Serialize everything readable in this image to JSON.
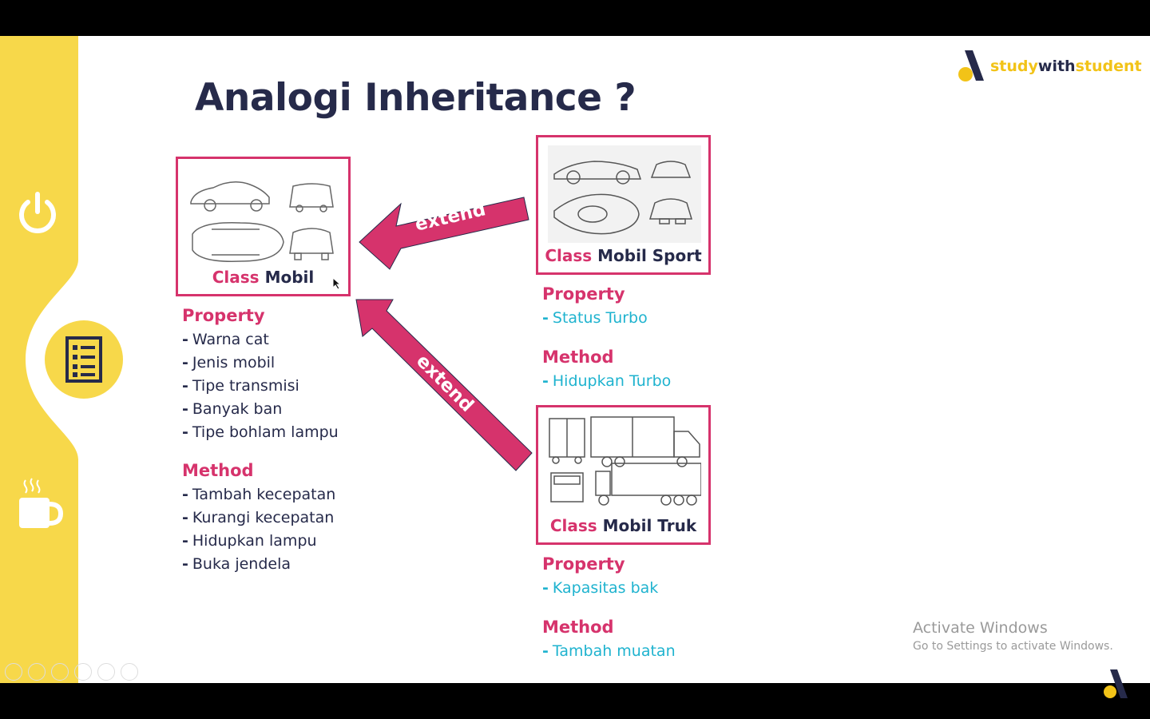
{
  "slide": {
    "title": "Analogi Inheritance ?",
    "logo": {
      "part1": "study",
      "part2": "with",
      "part3": "student"
    },
    "arrows": {
      "top_label": "extend",
      "bottom_label": "extend"
    },
    "mobil": {
      "caption_a": "Class",
      "caption_b": "Mobil",
      "property_heading": "Property",
      "properties": [
        "Warna cat",
        "Jenis mobil",
        "Tipe transmisi",
        "Banyak ban",
        "Tipe bohlam lampu"
      ],
      "method_heading": "Method",
      "methods": [
        "Tambah kecepatan",
        "Kurangi kecepatan",
        "Hidupkan lampu",
        "Buka jendela"
      ]
    },
    "sport": {
      "caption_a": "Class",
      "caption_b": "Mobil Sport",
      "property_heading": "Property",
      "properties": [
        "Status Turbo"
      ],
      "method_heading": "Method",
      "methods": [
        "Hidupkan Turbo"
      ]
    },
    "truk": {
      "caption_a": "Class",
      "caption_b": "Mobil Truk",
      "property_heading": "Property",
      "properties": [
        "Kapasitas bak"
      ],
      "method_heading": "Method",
      "methods": [
        "Tambah muatan"
      ]
    }
  },
  "sidebar": {
    "icons": [
      "power-icon",
      "checklist-icon",
      "coffee-icon"
    ],
    "accent": "#f7d84a"
  },
  "watermark": {
    "line1": "Activate Windows",
    "line2": "Go to Settings to activate Windows."
  },
  "colors": {
    "pink": "#d6336c",
    "navy": "#262a4a",
    "teal": "#1fb3cf",
    "yellow": "#f7d84a"
  }
}
